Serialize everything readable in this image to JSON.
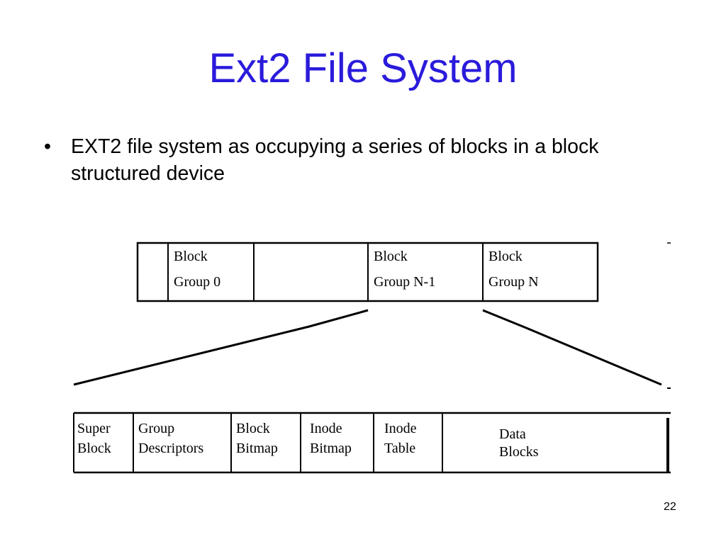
{
  "slide": {
    "title": "Ext2 File System",
    "bullets": [
      "EXT2 file system as occupying a series of blocks in a block structured device"
    ],
    "page_number": "22"
  },
  "diagram": {
    "top_row": [
      {
        "line1": "",
        "line2": ""
      },
      {
        "line1": "Block",
        "line2": "Group 0"
      },
      {
        "line1": "",
        "line2": ""
      },
      {
        "line1": "Block",
        "line2": "Group N-1"
      },
      {
        "line1": "Block",
        "line2": "Group N"
      }
    ],
    "bottom_row": [
      {
        "line1": "Super",
        "line2": "Block"
      },
      {
        "line1": "Group",
        "line2": "Descriptors"
      },
      {
        "line1": "Block",
        "line2": "Bitmap"
      },
      {
        "line1": "Inode",
        "line2": "Bitmap"
      },
      {
        "line1": "Inode",
        "line2": "Table"
      },
      {
        "line1": "Data",
        "line2": "Blocks"
      }
    ]
  },
  "colors": {
    "title": "#2a1bdb"
  }
}
